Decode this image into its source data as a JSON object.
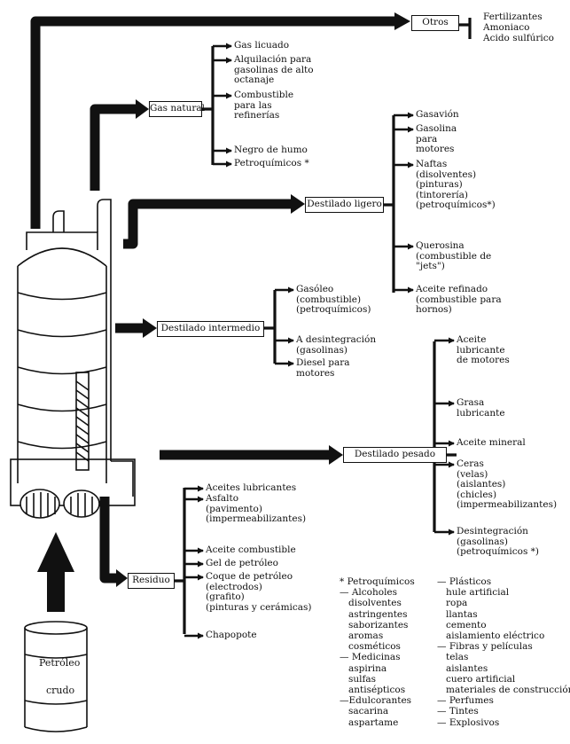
{
  "barrel": {
    "line1": "Petróleo",
    "line2": "crudo"
  },
  "otros": {
    "label": "Otros",
    "items": [
      "Fertilizantes",
      "Amoniaco",
      "Acido sulfúrico"
    ]
  },
  "gas_natural": {
    "label": "Gas natural",
    "items": [
      [
        "Gas licuado"
      ],
      [
        "Alquilación para",
        "gasolinas de alto",
        "octanaje"
      ],
      [
        "Combustible",
        "para las",
        "refinerías"
      ],
      [
        "Negro de humo"
      ],
      [
        "Petroquímicos *"
      ]
    ]
  },
  "destilado_ligero": {
    "label": "Destilado ligero",
    "items": [
      [
        "Gasavión"
      ],
      [
        "Gasolina",
        "para",
        "motores"
      ],
      [
        "Naftas",
        "(disolventes)",
        "(pinturas)",
        "(tintorería)",
        "(petroquímicos*)"
      ],
      [
        "Querosina",
        "(combustible de",
        "\"jets\")"
      ],
      [
        "Aceite refinado",
        "(combustible para",
        "hornos)"
      ]
    ]
  },
  "destilado_intermedio": {
    "label": "Destilado intermedio",
    "items": [
      [
        "Gasóleo",
        "(combustible)",
        "(petroquímicos)"
      ],
      [
        "A desintegración",
        "(gasolinas)"
      ],
      [
        "Diesel para",
        "motores"
      ]
    ]
  },
  "destilado_pesado": {
    "label": "Destilado pesado",
    "items": [
      [
        "Aceite",
        "lubricante",
        "de motores"
      ],
      [
        "Grasa",
        "lubricante"
      ],
      [
        "Aceite mineral"
      ],
      [
        "Ceras",
        "(velas)",
        "(aislantes)",
        "(chicles)",
        "(impermeabilizantes)"
      ],
      [
        "Desintegración",
        "(gasolinas)",
        "(petroquímicos *)"
      ]
    ]
  },
  "residuo": {
    "label": "Residuo",
    "items": [
      [
        "Aceites lubricantes"
      ],
      [
        "Asfalto",
        "(pavimento)",
        "(impermeabilizantes)"
      ],
      [
        "Aceite combustible"
      ],
      [
        "Gel de petróleo"
      ],
      [
        "Coque de petróleo",
        "(electrodos)",
        "(grafito)",
        "(pinturas y cerámicas)"
      ],
      [
        "Chapopote"
      ]
    ]
  },
  "legend": {
    "col1": [
      "*   Petroquímicos",
      "— Alcoholes",
      "disolventes",
      "astringentes",
      "saborizantes",
      "aromas",
      "cosméticos",
      "— Medicinas",
      "aspirina",
      "sulfas",
      "antisépticos",
      "—Edulcorantes",
      "sacarina",
      "aspartame"
    ],
    "col2": [
      "— Plásticos",
      "hule artificial",
      "ropa",
      "llantas",
      "cemento",
      "aislamiento eléctrico",
      "— Fibras y películas",
      "telas",
      "aislantes",
      "cuero artificial",
      "materiales de construcción",
      "— Perfumes",
      "— Tintes",
      "— Explosivos"
    ]
  }
}
